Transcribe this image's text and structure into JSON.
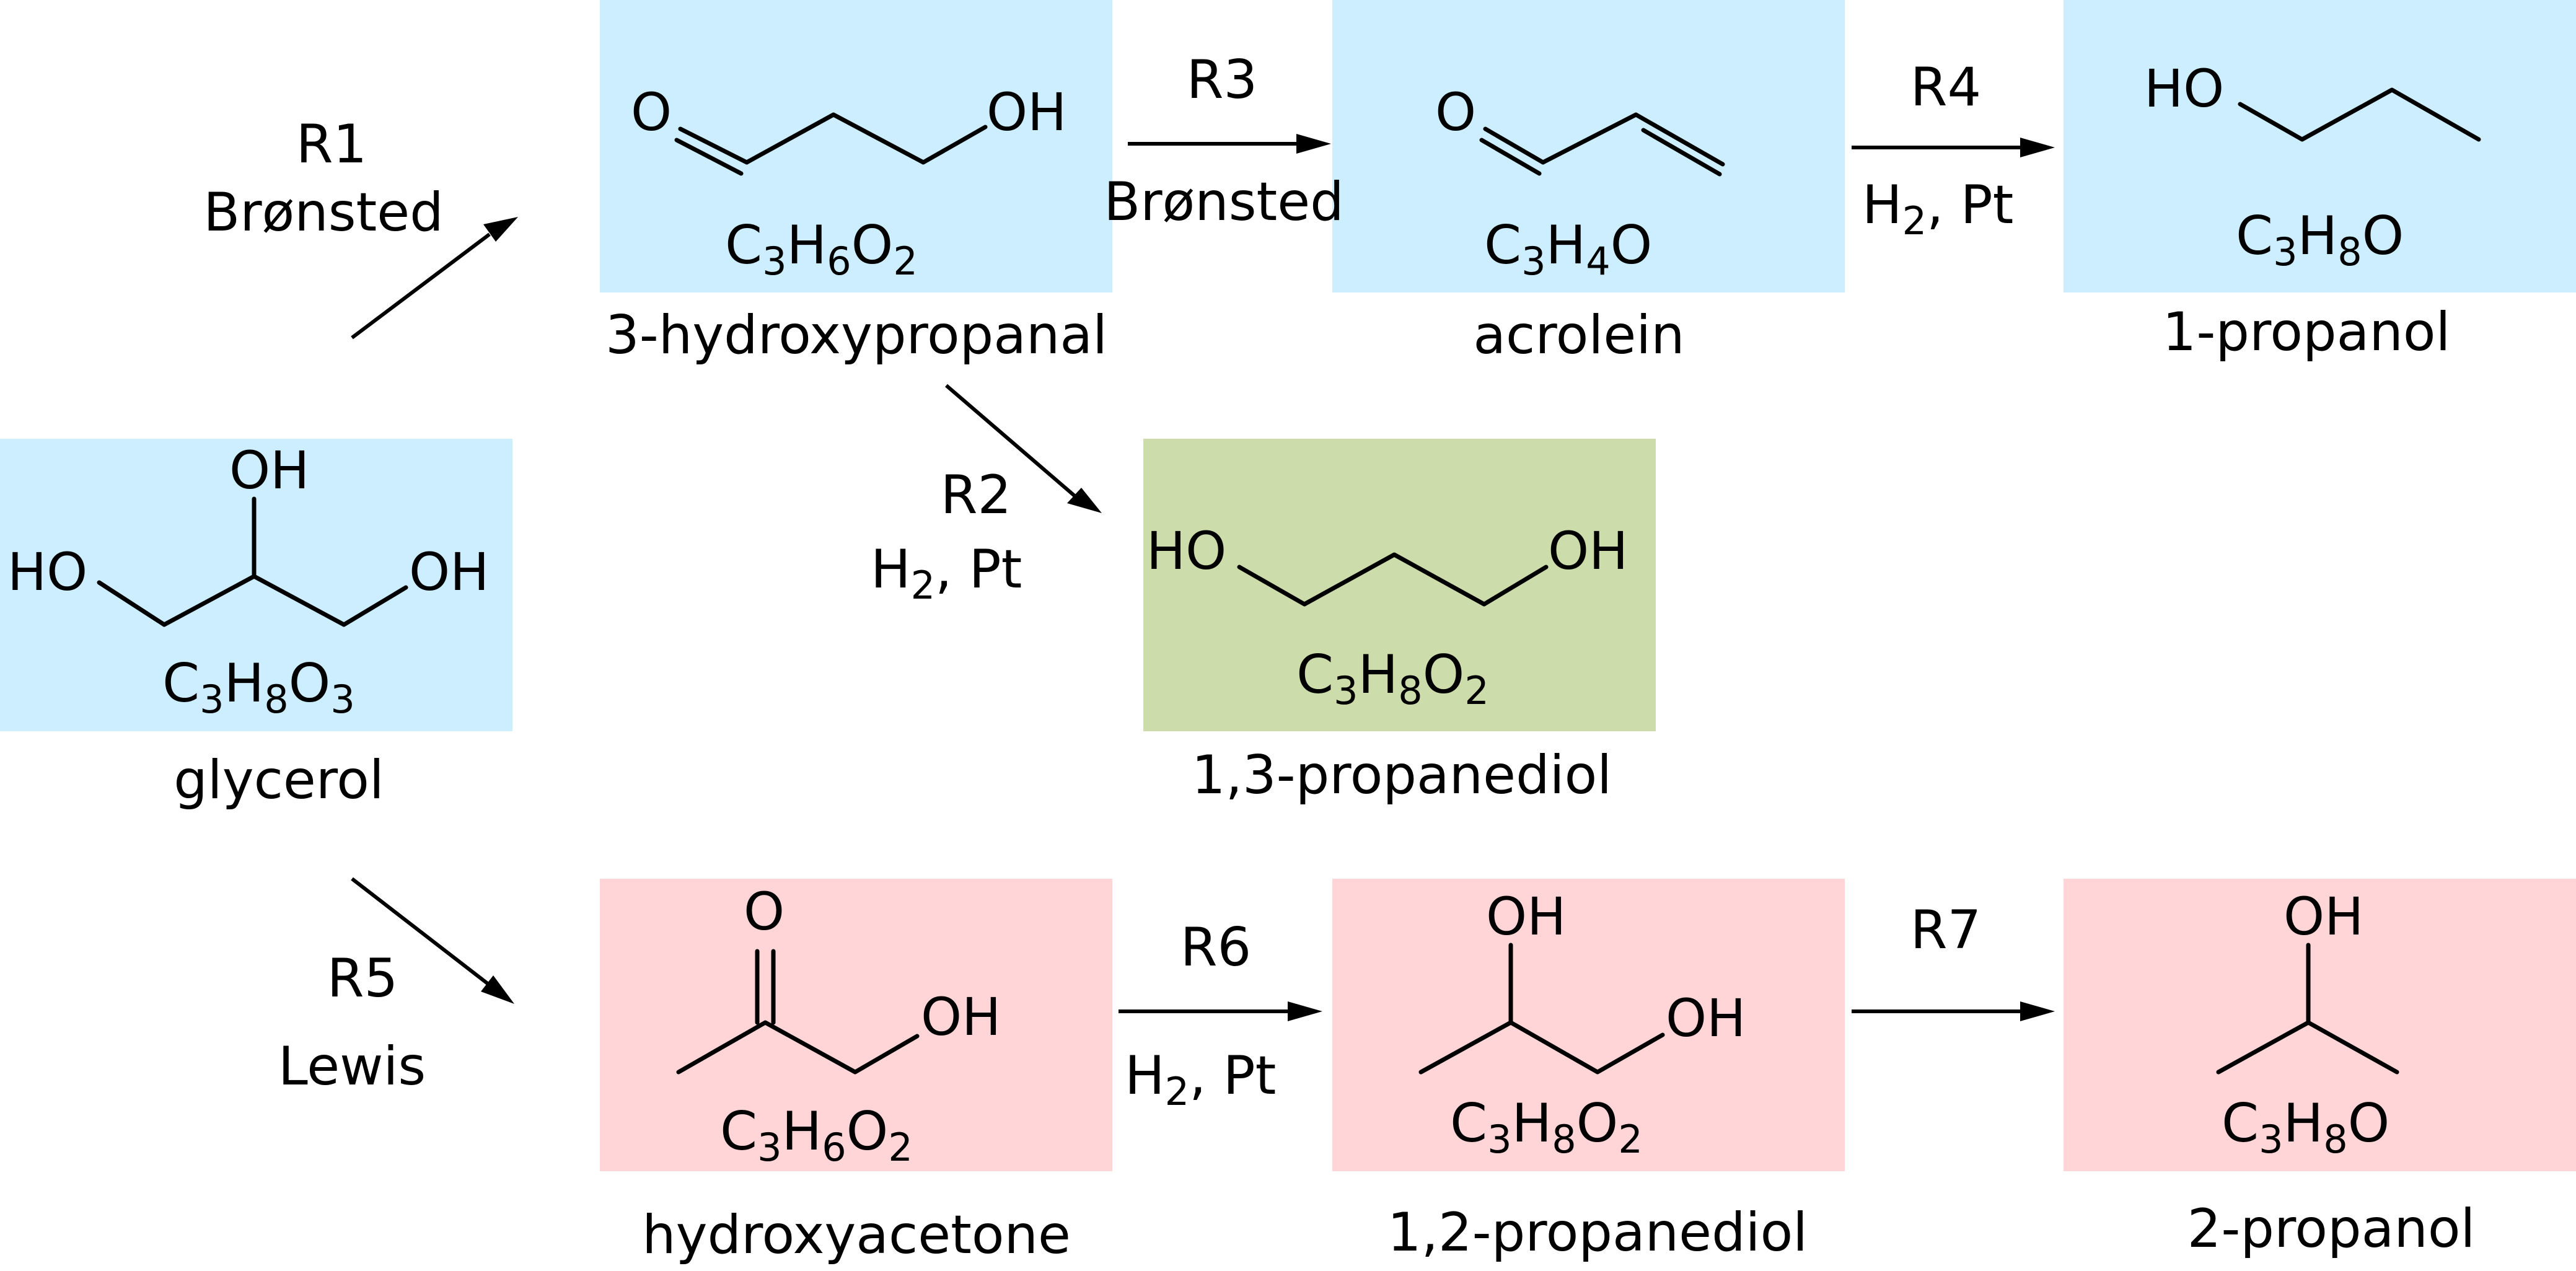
{
  "colors": {
    "blue_box": "#cceeff",
    "green_box": "#cddcab",
    "pink_box": "#ffd5d7",
    "bronsted_text": "#101085",
    "lewis_text": "#ee2b2b"
  },
  "compounds": {
    "glycerol": {
      "name": "glycerol",
      "formula": [
        "C",
        "3",
        "H",
        "8",
        "O",
        "3"
      ],
      "labels": [
        "HO",
        "OH",
        "OH"
      ]
    },
    "hpa": {
      "name": "3-hydroxypropanal",
      "formula": [
        "C",
        "3",
        "H",
        "6",
        "O",
        "2"
      ],
      "labels": [
        "O",
        "OH"
      ]
    },
    "acrolein": {
      "name": "acrolein",
      "formula": [
        "C",
        "3",
        "H",
        "4",
        "O"
      ],
      "labels": [
        "O"
      ]
    },
    "propanol1": {
      "name": "1-propanol",
      "formula": [
        "C",
        "3",
        "H",
        "8",
        "O"
      ],
      "labels": [
        "HO"
      ]
    },
    "pdo13": {
      "name": "1,3-propanediol",
      "formula": [
        "C",
        "3",
        "H",
        "8",
        "O",
        "2"
      ],
      "labels": [
        "HO",
        "OH"
      ]
    },
    "hydroxyacetone": {
      "name": "hydroxyacetone",
      "formula": [
        "C",
        "3",
        "H",
        "6",
        "O",
        "2"
      ],
      "labels": [
        "O",
        "OH"
      ]
    },
    "pdo12": {
      "name": "1,2-propanediol",
      "formula": [
        "C",
        "3",
        "H",
        "8",
        "O",
        "2"
      ],
      "labels": [
        "OH",
        "OH"
      ]
    },
    "propanol2": {
      "name": "2-propanol",
      "formula": [
        "C",
        "3",
        "H",
        "8",
        "O"
      ],
      "labels": [
        "OH"
      ]
    }
  },
  "reactions": {
    "r1": {
      "label": "R1",
      "catalyst": "Brønsted"
    },
    "r2": {
      "label": "R2",
      "conditions": [
        "H",
        "2",
        ", Pt"
      ]
    },
    "r3": {
      "label": "R3",
      "catalyst": "Brønsted"
    },
    "r4": {
      "label": "R4",
      "conditions": [
        "H",
        "2",
        ", Pt"
      ]
    },
    "r5": {
      "label": "R5",
      "catalyst": "Lewis"
    },
    "r6": {
      "label": "R6",
      "conditions": [
        "H",
        "2",
        ", Pt"
      ]
    },
    "r7": {
      "label": "R7"
    }
  }
}
